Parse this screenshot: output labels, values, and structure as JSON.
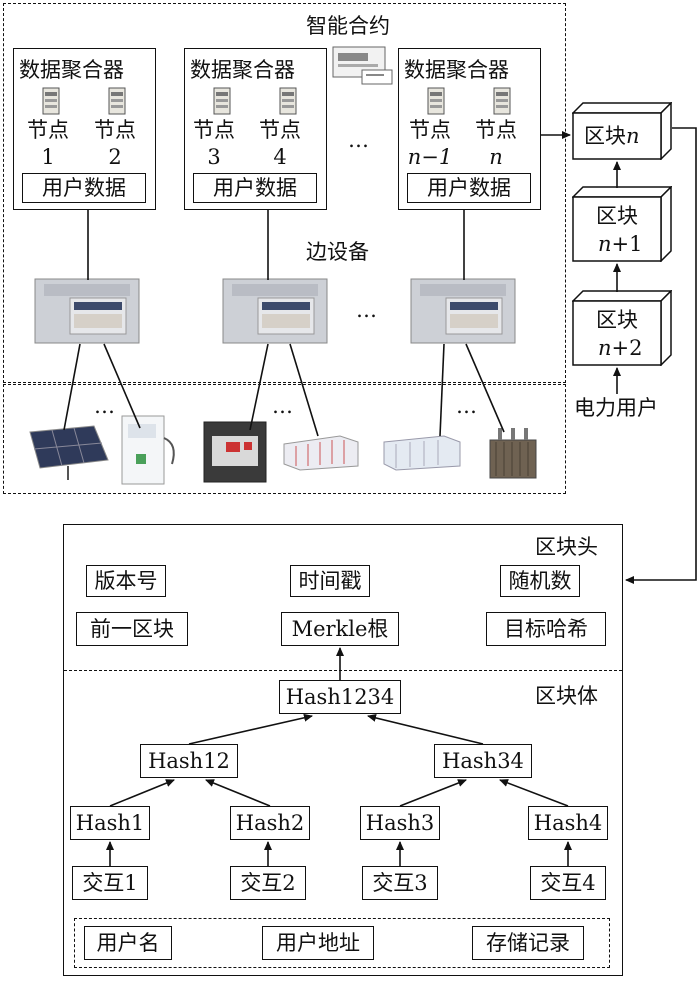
{
  "top": {
    "smart_contract": "智能合约",
    "edge_device": "边设备",
    "ellipsis": "…",
    "aggregators": [
      {
        "title": "数据聚合器",
        "node_a": "节点",
        "node_a_num": "1",
        "node_b": "节点",
        "node_b_num": "2",
        "user_data": "用户数据"
      },
      {
        "title": "数据聚合器",
        "node_a": "节点",
        "node_a_num": "3",
        "node_b": "节点",
        "node_b_num": "4",
        "user_data": "用户数据"
      },
      {
        "title": "数据聚合器",
        "node_a": "节点",
        "node_a_num": "n−1",
        "node_b": "节点",
        "node_b_num": "n",
        "user_data": "用户数据"
      }
    ]
  },
  "chain": {
    "block_n_prefix": "区块",
    "block_n_var": "n",
    "block_n1_prefix": "区块",
    "block_n1_var": "n",
    "block_n1_suffix": "+1",
    "block_n2_prefix": "区块",
    "block_n2_var": "n",
    "block_n2_suffix": "+2",
    "power_user": "电力用户"
  },
  "block": {
    "header_title": "区块头",
    "body_title": "区块体",
    "header_fields": [
      "版本号",
      "时间戳",
      "随机数",
      "前一区块",
      "Merkle根",
      "目标哈希"
    ],
    "hash_root": "Hash1234",
    "hash_12": "Hash12",
    "hash_34": "Hash34",
    "hash_leaves": [
      "Hash1",
      "Hash2",
      "Hash3",
      "Hash4"
    ],
    "interactions": [
      "交互1",
      "交互2",
      "交互3",
      "交互4"
    ],
    "records": [
      "用户名",
      "用户地址",
      "存储记录"
    ]
  },
  "colors": {
    "line": "#111111",
    "cabinet": "#c9ccd3",
    "panel": "#3c4a6b"
  }
}
